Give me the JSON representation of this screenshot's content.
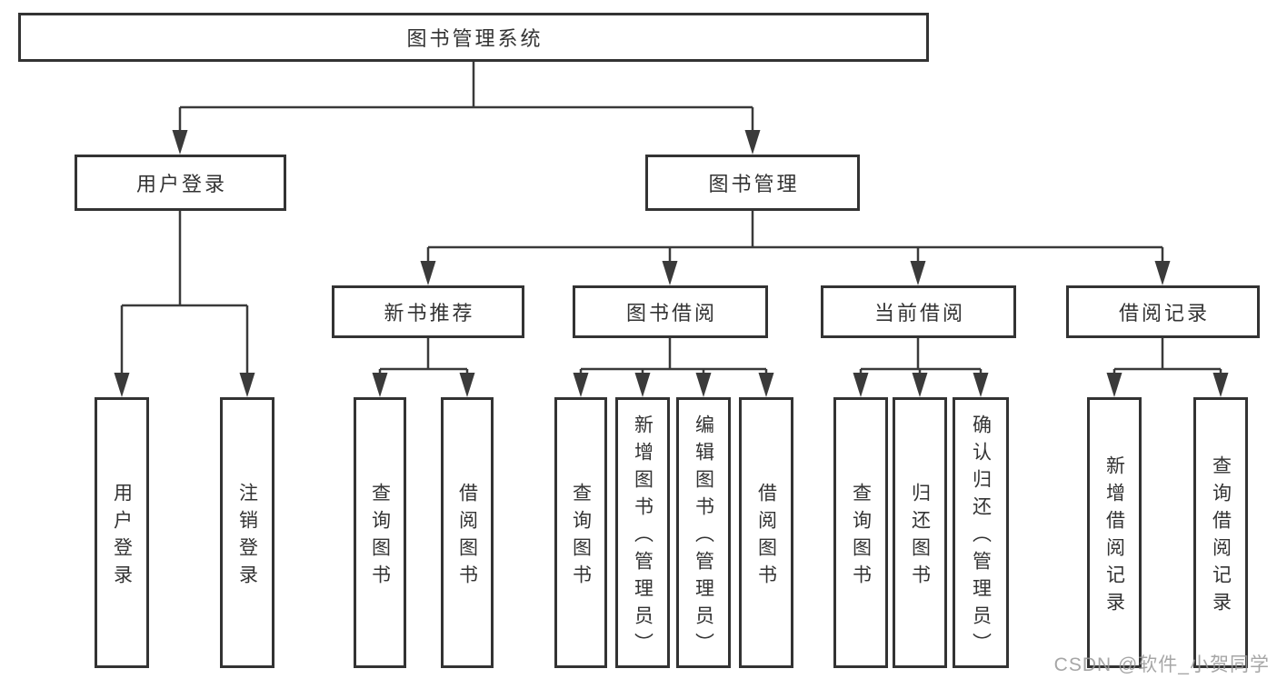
{
  "tree": {
    "root": {
      "label": "图书管理系统"
    },
    "level2": [
      {
        "label": "用户登录",
        "children": [
          {
            "label": "用户登录"
          },
          {
            "label": "注销登录"
          }
        ]
      },
      {
        "label": "图书管理",
        "children": [
          {
            "label": "新书推荐",
            "children": [
              {
                "label": "查询图书"
              },
              {
                "label": "借阅图书"
              }
            ]
          },
          {
            "label": "图书借阅",
            "children": [
              {
                "label": "查询图书"
              },
              {
                "label": "新增图书（管理员）"
              },
              {
                "label": "编辑图书（管理员）"
              },
              {
                "label": "借阅图书"
              }
            ]
          },
          {
            "label": "当前借阅",
            "children": [
              {
                "label": "查询图书"
              },
              {
                "label": "归还图书"
              },
              {
                "label": "确认归还（管理员）"
              }
            ]
          },
          {
            "label": "借阅记录",
            "children": [
              {
                "label": "新增借阅记录"
              },
              {
                "label": "查询借阅记录"
              }
            ]
          }
        ]
      }
    ]
  },
  "watermark": "CSDN @软件_小贺同学",
  "colors": {
    "line": "#3a3a3a",
    "text": "#333333",
    "watermark": "#969696",
    "background": "#ffffff"
  }
}
